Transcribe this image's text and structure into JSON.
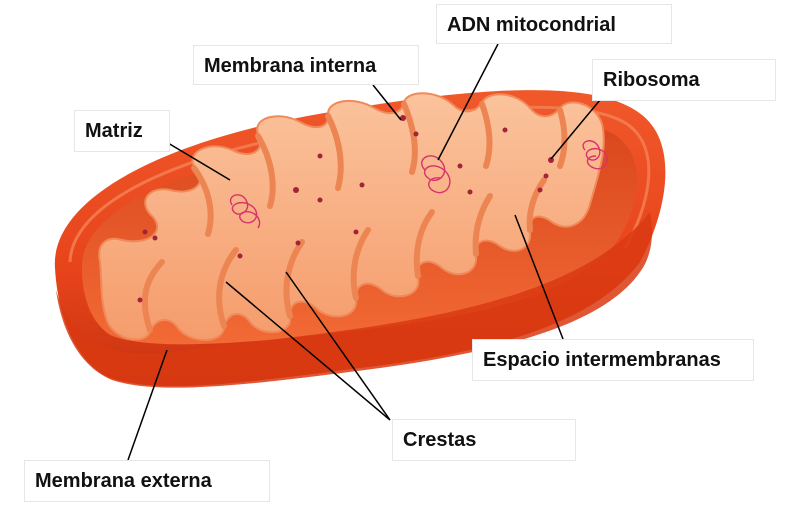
{
  "labels": {
    "adn": "ADN mitocondrial",
    "membrana_interna": "Membrana interna",
    "ribosoma": "Ribosoma",
    "matriz": "Matriz",
    "espacio": "Espacio intermembranas",
    "crestas": "Crestas",
    "membrana_externa": "Membrana externa"
  },
  "colors": {
    "outer_membrane": "#e8441c",
    "outer_membrane_dark": "#c7330f",
    "intermembrane_space": "#f26a35",
    "inner_membrane": "#f7a274",
    "matrix": "#f9b48a",
    "ribosome": "#a3243a",
    "dna": "#d8326b",
    "leader_line": "#000000"
  }
}
